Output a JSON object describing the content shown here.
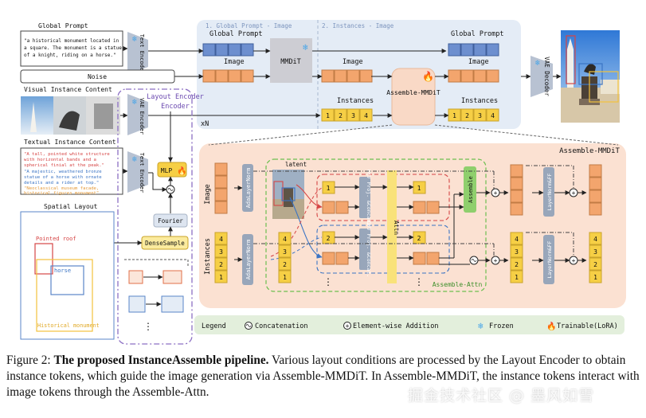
{
  "colors": {
    "panel_bg": "#e4ecf6",
    "assemble_bg": "#fbe1d2",
    "legend_bg": "#e3efdc",
    "layout_encoder_border": "#8c6fc4",
    "token_blue": "#6d8fcf",
    "token_orange": "#f3a56d",
    "token_yellow": "#f6cf45",
    "green_box": "#8fcf6d",
    "attn_yellow": "#f9e27a",
    "red_dash": "#d64545",
    "blue_dash": "#5a86c8",
    "green_dash": "#6cbf4f"
  },
  "left": {
    "global_prompt_title": "Global Prompt",
    "global_prompt_lines": [
      "\"a historical monument located in",
      "a square. The monument is a statue",
      "of a knight, riding on a horse.\""
    ],
    "noise_label": "Noise",
    "visual_instance_title": "Visual Instance Content",
    "textual_instance_title": "Textual Instance Content",
    "textual_lines_red": [
      "\"A tall, pointed white structure",
      "with horizontal bands and a",
      "spherical finial at the peak.\""
    ],
    "textual_lines_blue": [
      "\"A majestic, weathered bronze",
      "statue of a horse with ornate",
      "details and a rider at top.\""
    ],
    "textual_lines_orange": [
      "\"Neoclassical museum facade,",
      "historical figures monument\""
    ],
    "spatial_layout_title": "Spatial Layout",
    "box_pointed_roof": "Pointed roof",
    "box_horse": "horse",
    "box_monument": "Historical monument"
  },
  "encoders": {
    "text_encoder_1": "Text Encoder",
    "vae_encoder": "VAE Encoder",
    "text_encoder_2": "Text Encoder",
    "layout_encoder_title": "Layout Encoder",
    "mlp": "MLP",
    "fourier": "Fourier",
    "dense_sample": "DenseSample"
  },
  "top": {
    "stage1": "1. Global Prompt - Image",
    "stage2": "2. Instances - Image",
    "global_prompt_1": "Global Prompt",
    "global_prompt_2": "Global Prompt",
    "image_1": "Image",
    "image_2": "Image",
    "image_3": "Image",
    "mmdit": "MMDiT",
    "assemble_mmdit": "Assemble-MMDiT",
    "instances_1": "Instances",
    "instances_2": "Instances",
    "xn": "xN",
    "vae_decoder": "VAE Decoder",
    "token_numbers": [
      "1",
      "2",
      "3",
      "4"
    ]
  },
  "detail": {
    "title": "Assemble-MMDiT",
    "image_label": "Image",
    "instances_label": "Instances",
    "adaln": "AdaLayerNorm",
    "latent": "latent",
    "qkv": "QKV Proj. &Concat.",
    "attn": "Attn",
    "assemble": "Assemble",
    "assemble_attn": "Assemble-Attn",
    "layernorm_ff": "LayerNorm&FF",
    "dots": "⋮"
  },
  "legend": {
    "title": "Legend",
    "concat": "Concatenation",
    "add": "Element-wise Addition",
    "frozen": "Frozen",
    "trainable": "Trainable(LoRA)"
  },
  "caption": {
    "prefix": "Figure 2: ",
    "bold": "The proposed InstanceAssemble pipeline.",
    "rest": " Various layout conditions are processed by the Layout Encoder to obtain instance tokens, which guide the image generation via Assemble-MMDiT. In Assemble-MMDiT, the instance tokens interact with image tokens through the Assemble-Attn."
  },
  "watermark": "掘金技术社区 @ 墨风如雪"
}
